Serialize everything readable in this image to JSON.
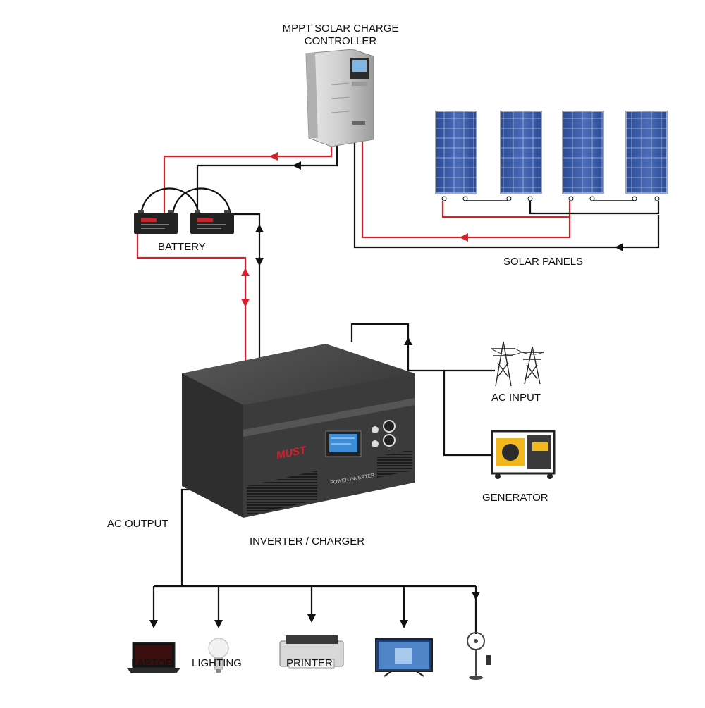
{
  "labels": {
    "controller": [
      "MPPT SOLAR CHARGE",
      "CONTROLLER"
    ],
    "battery": "BATTERY",
    "solar_panels": "SOLAR PANELS",
    "ac_input": "AC INPUT",
    "generator": "GENERATOR",
    "ac_output": "AC OUTPUT",
    "inverter": "INVERTER / CHARGER",
    "loads": [
      "LAPTOP",
      "LIGHTING",
      "PRINTER"
    ]
  },
  "brand": {
    "logo": "MUST",
    "inverter_caption": "POWER INVERTER"
  },
  "colors": {
    "positive_wire": "#d6202a",
    "negative_wire": "#111111",
    "device_dark": "#3a3a3a",
    "lcd": "#3c8dd8",
    "panel_cell": "#2d4f9a"
  },
  "icons": [
    "solar-charge-controller-icon",
    "solar-panel-icon",
    "battery-icon",
    "inverter-icon",
    "power-pylon-icon",
    "generator-icon",
    "laptop-icon",
    "light-bulb-icon",
    "printer-icon",
    "tv-icon",
    "fan-icon"
  ]
}
